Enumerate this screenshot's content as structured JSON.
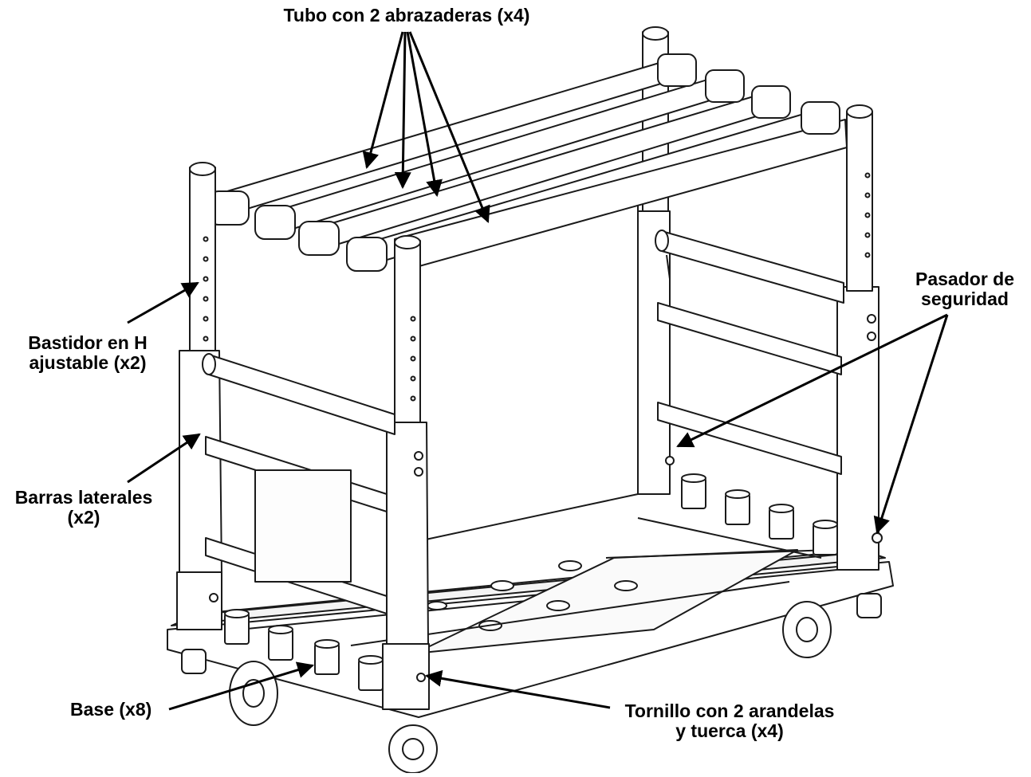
{
  "labels": {
    "tubo": "Tubo con 2 abrazaderas (x4)",
    "pasador_1": "Pasador de",
    "pasador_2": "seguridad",
    "bastidor_1": "Bastidor en H",
    "bastidor_2": "ajustable (x2)",
    "barras_1": "Barras laterales",
    "barras_2": "(x2)",
    "base": "Base (x8)",
    "tornillo_1": "Tornillo con 2 arandelas",
    "tornillo_2": "y tuerca (x4)"
  },
  "colors": {
    "line": "#1a1a1a",
    "fill": "#ffffff",
    "shade": "#e6e6e6",
    "arrow": "#000000"
  }
}
